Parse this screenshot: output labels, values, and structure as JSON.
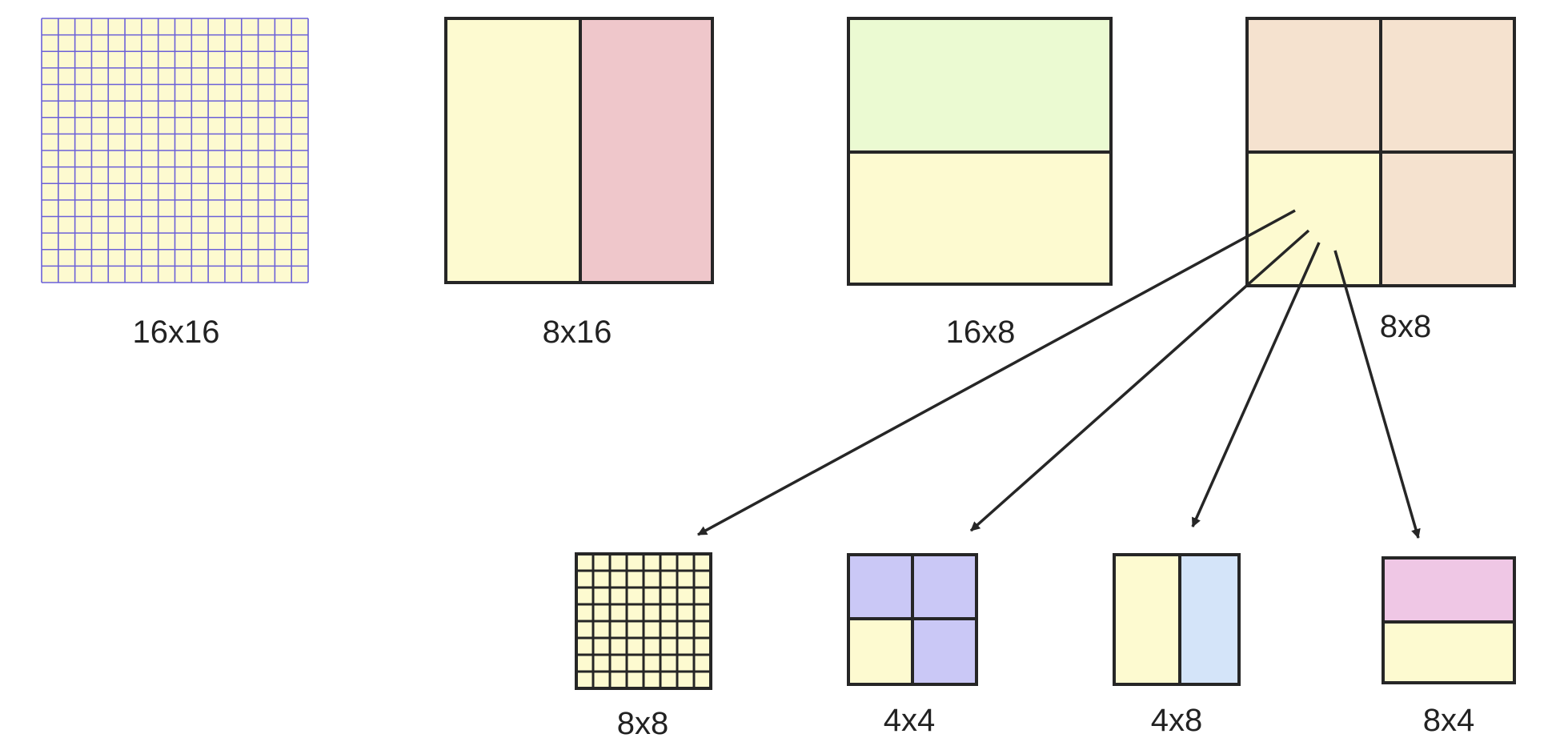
{
  "colors": {
    "yellow": "#fdfad0",
    "pink": "#efc7cb",
    "green": "#ebfad2",
    "peach": "#f5e2cf",
    "lavender": "#cac8f6",
    "light_blue": "#d4e4f9",
    "magenta": "#efc7e5",
    "grid_line": "#6b60d8",
    "border": "#262626"
  },
  "top_row": [
    {
      "label": "16x16"
    },
    {
      "label": "8x16"
    },
    {
      "label": "16x8"
    },
    {
      "label": "8x8"
    }
  ],
  "bottom_row": [
    {
      "label": "8x8"
    },
    {
      "label": "4x4"
    },
    {
      "label": "4x8"
    },
    {
      "label": "8x4"
    }
  ]
}
